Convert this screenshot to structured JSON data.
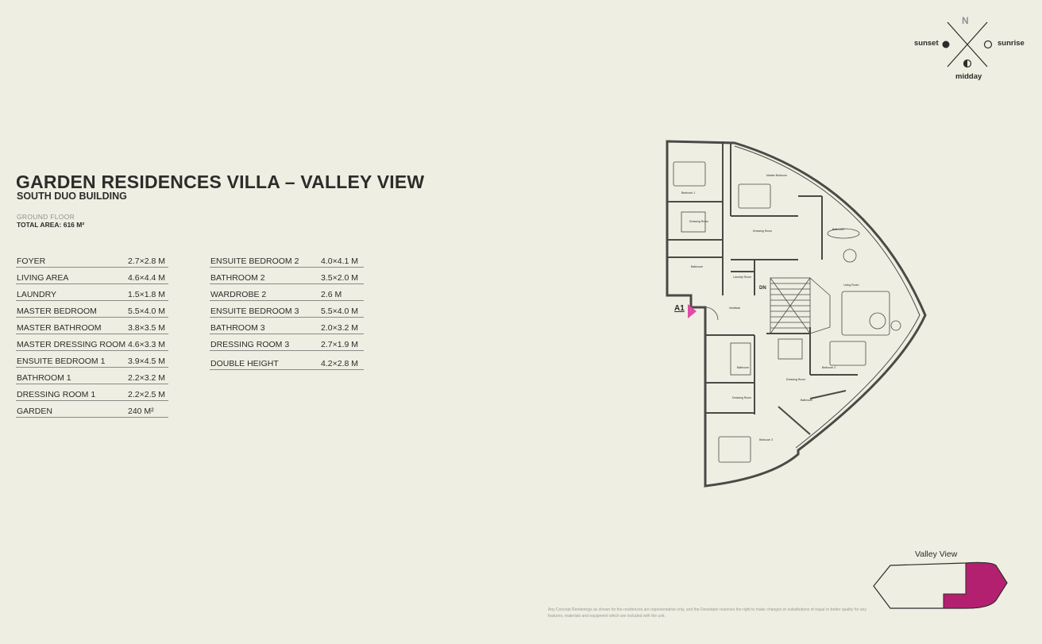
{
  "header": {
    "title": "GARDEN RESIDENCES VILLA – VALLEY VIEW",
    "subtitle": "SOUTH DUO BUILDING",
    "floor": "GROUND FLOOR",
    "total_area": "TOTAL AREA: 616 M²"
  },
  "rooms_left": [
    {
      "name": "FOYER",
      "size": "2.7×2.8 M"
    },
    {
      "name": "LIVING AREA",
      "size": "4.6×4.4 M"
    },
    {
      "name": "LAUNDRY",
      "size": "1.5×1.8 M"
    },
    {
      "name": "MASTER BEDROOM",
      "size": "5.5×4.0 M"
    },
    {
      "name": "MASTER BATHROOM",
      "size": "3.8×3.5 M"
    },
    {
      "name": "MASTER DRESSING ROOM",
      "size": "4.6×3.3 M"
    },
    {
      "name": "ENSUITE BEDROOM 1",
      "size": "3.9×4.5 M"
    },
    {
      "name": "BATHROOM 1",
      "size": "2.2×3.2 M"
    },
    {
      "name": "DRESSING ROOM 1",
      "size": "2.2×2.5 M"
    },
    {
      "name": "GARDEN",
      "size": "240 M²"
    }
  ],
  "rooms_right": [
    {
      "name": "ENSUITE BEDROOM 2",
      "size": "4.0×4.1 M"
    },
    {
      "name": "BATHROOM 2",
      "size": "3.5×2.0 M"
    },
    {
      "name": "WARDROBE 2",
      "size": "2.6 M"
    },
    {
      "name": "ENSUITE BEDROOM 3",
      "size": "5.5×4.0 M"
    },
    {
      "name": "BATHROOM 3",
      "size": "2.0×3.2 M"
    },
    {
      "name": "DRESSING ROOM 3",
      "size": "2.7×1.9 M"
    },
    {
      "name": "DOUBLE HEIGHT",
      "size": "4.2×2.8 M"
    }
  ],
  "compass": {
    "north": "N",
    "west": "sunset",
    "east": "sunrise",
    "south": "midday"
  },
  "plan": {
    "entrance": "A1",
    "stair_label": "DN",
    "labels": [
      "Bedroom 1",
      "Master Bedroom",
      "Dressing Room",
      "Dressing Room",
      "Bathroom",
      "Bathroom",
      "Laundry Room",
      "Living Room",
      "Vestibule",
      "Bathroom",
      "Bedroom 2",
      "Dressing Room",
      "Bathroom",
      "Dressing Room",
      "Bedroom 3"
    ]
  },
  "keyplan": {
    "title": "Valley View",
    "highlight_color": "#b3206f"
  },
  "colors": {
    "background": "#efeee3",
    "text": "#2c2c2a",
    "accent": "#e04ba6",
    "wall": "#4a4a46"
  },
  "disclaimer": "Any Concept Renderings as shown for the residences are representative only, and the Developer reserves the right to make changes or substitutions of equal or better quality for any features, materials and equipment which are included with the unit."
}
